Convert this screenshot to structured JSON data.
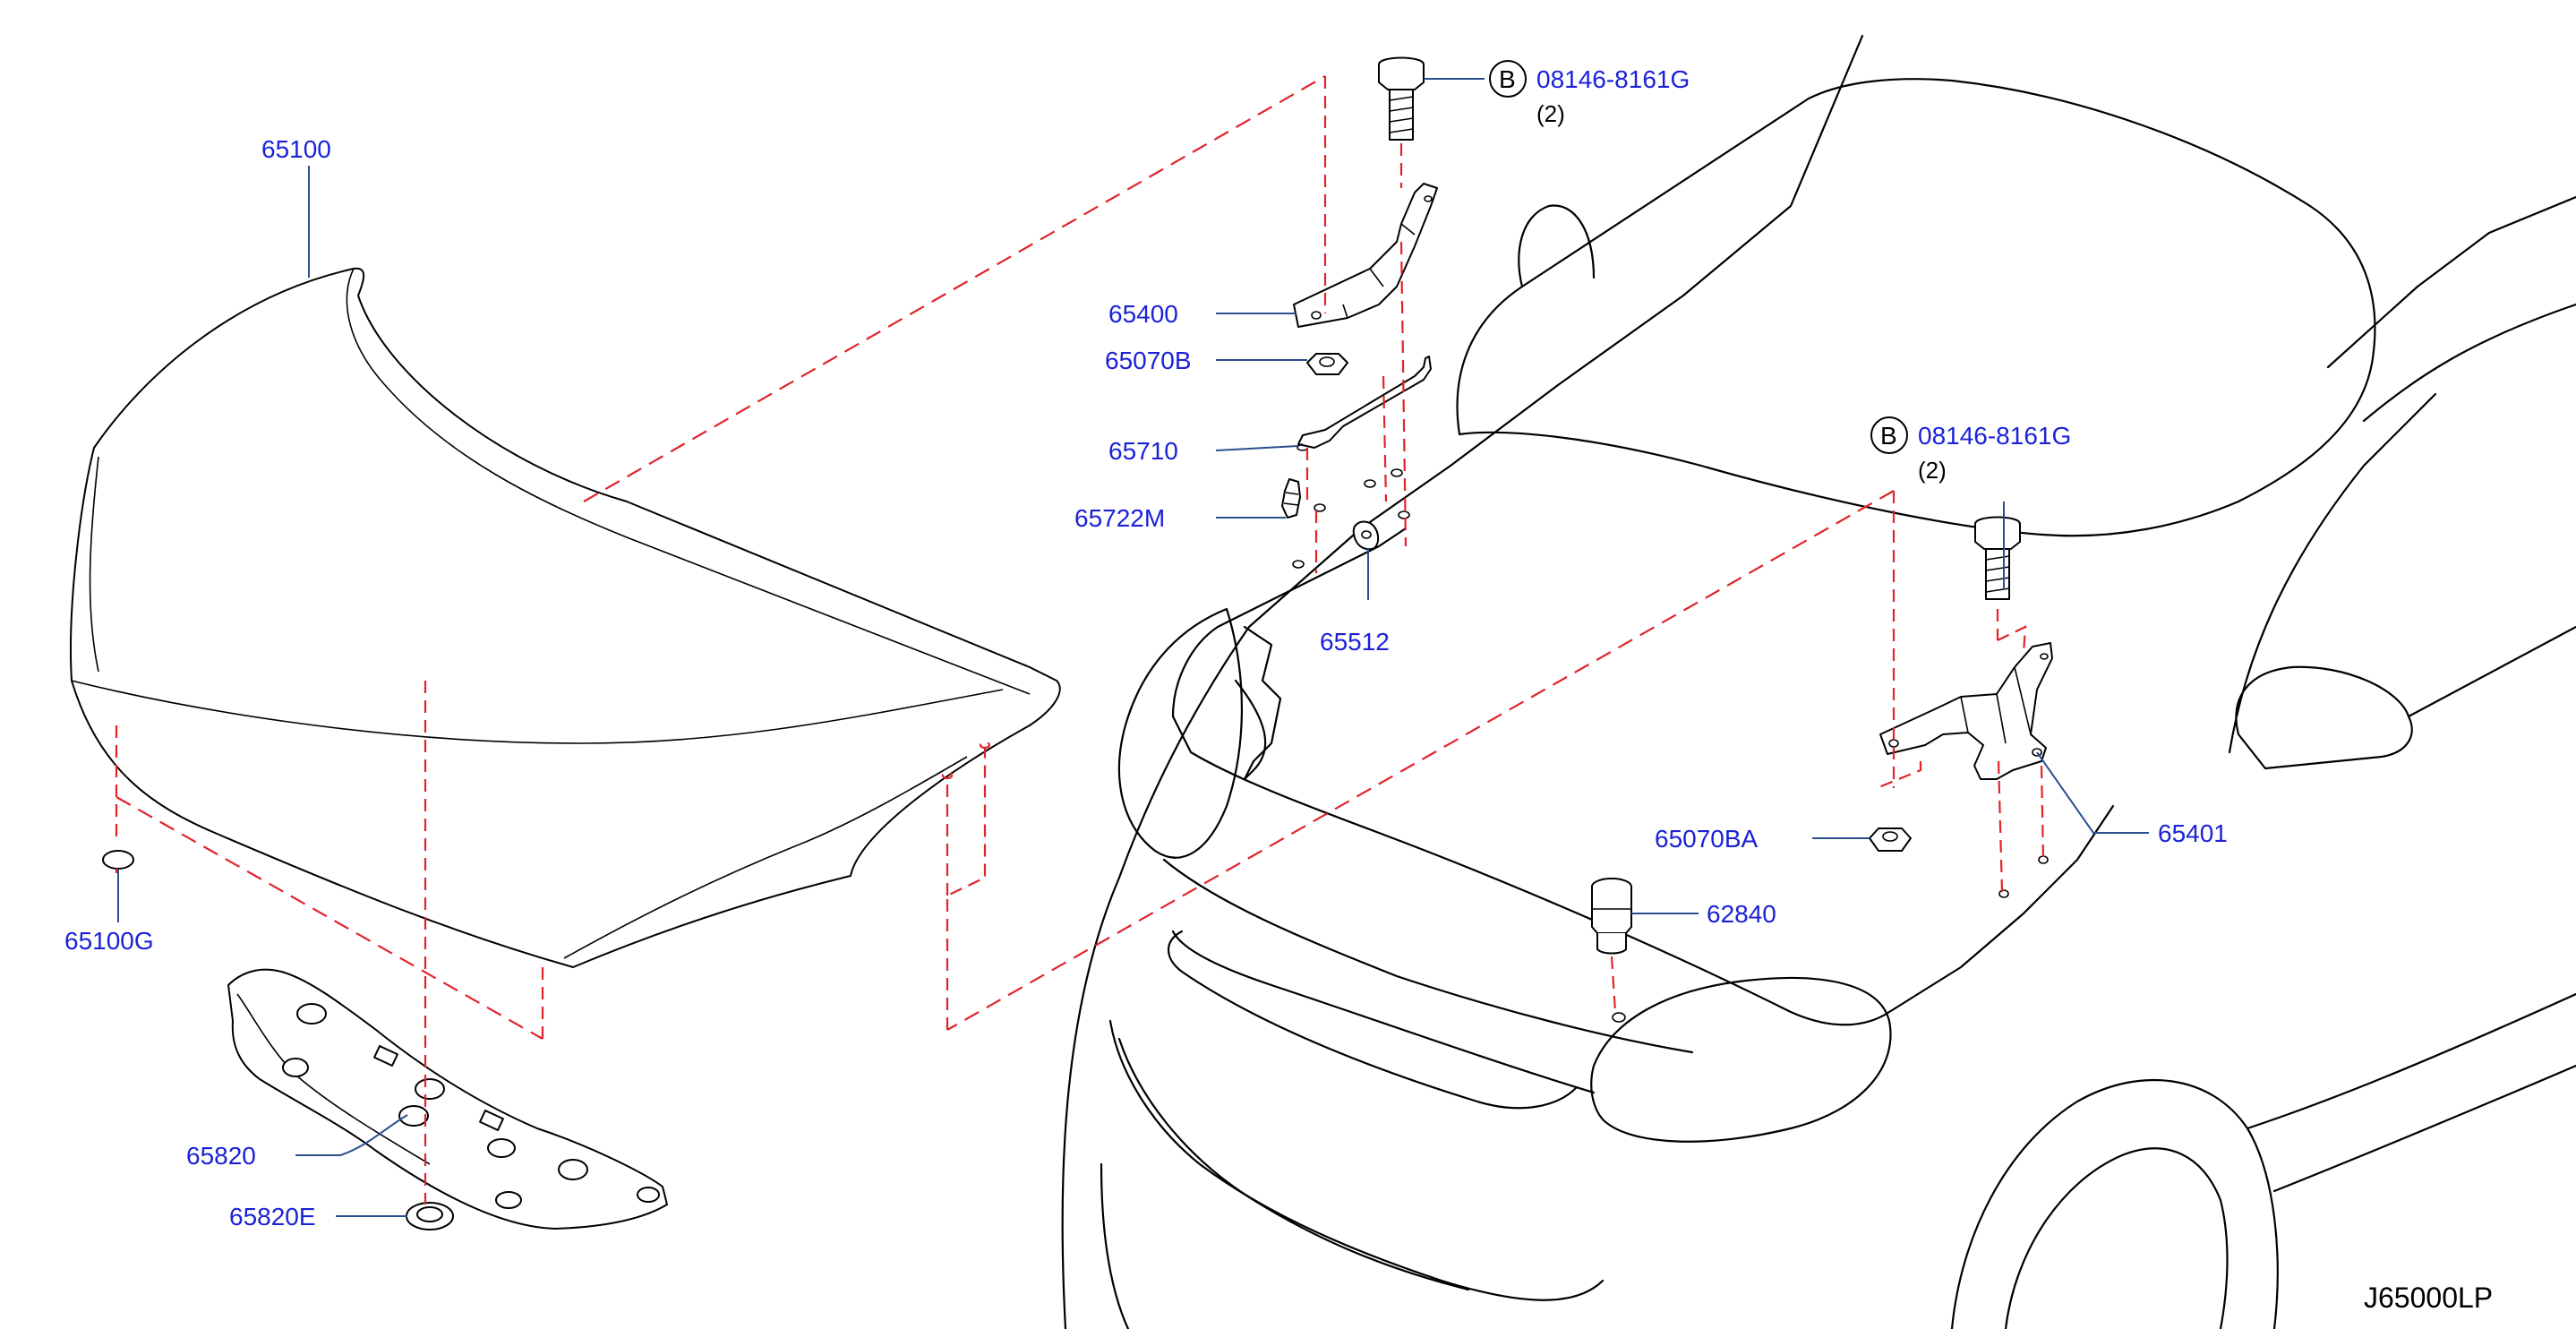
{
  "diagram_code": "J65000LP",
  "bolt_marker": "B",
  "callouts": [
    {
      "id": "hood",
      "label": "65100"
    },
    {
      "id": "hood_plug",
      "label": "65100G"
    },
    {
      "id": "hood_insulator",
      "label": "65820"
    },
    {
      "id": "insulator_clip",
      "label": "65820E"
    },
    {
      "id": "hinge_left",
      "label": "65400"
    },
    {
      "id": "nut_left",
      "label": "65070B"
    },
    {
      "id": "support_rod",
      "label": "65710"
    },
    {
      "id": "rod_clip",
      "label": "65722M"
    },
    {
      "id": "hood_lock_holder",
      "label": "65512"
    },
    {
      "id": "hinge_right",
      "label": "65401"
    },
    {
      "id": "nut_right",
      "label": "65070BA"
    },
    {
      "id": "bumper_rubber",
      "label": "62840"
    }
  ],
  "bolts": [
    {
      "id": "bolt_left",
      "part_number": "08146-8161G",
      "qty": "(2)"
    },
    {
      "id": "bolt_right",
      "part_number": "08146-8161G",
      "qty": "(2)"
    }
  ]
}
